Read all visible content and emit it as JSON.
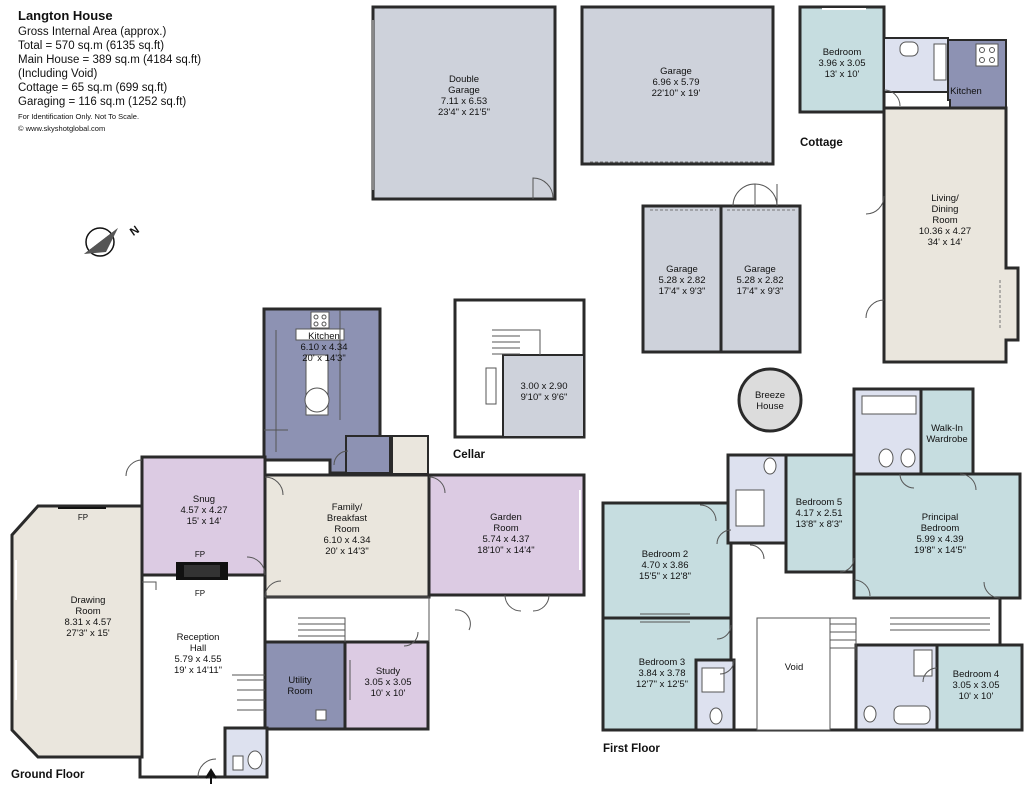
{
  "info": {
    "title": "Langton House",
    "lines": [
      "Gross Internal Area (approx.)",
      "Total = 570 sq.m (6135 sq.ft)",
      "Main House = 389 sq.m (4184 sq.ft)",
      "(Including Void)",
      "Cottage = 65 sq.m (699 sq.ft)",
      "Garaging = 116 sq.m (1252 sq.ft)"
    ],
    "notes": [
      "For Identification Only. Not To Scale.",
      "© www.skyshotglobal.com"
    ]
  },
  "floors": {
    "ground": "Ground Floor",
    "first": "First Floor",
    "cellar": "Cellar",
    "cottage": "Cottage"
  },
  "compass": {
    "label": "N"
  },
  "fireplace": "FP",
  "colors": {
    "garage": "#ced2db",
    "kitchen": "#8d92b3",
    "snug": "#dccbe3",
    "family": "#eae6dd",
    "bedroom": "#c6dde0",
    "bath": "#dde1ef",
    "cellar": "#ced2db",
    "living": "#eae6dd",
    "breeze": "#dcdcdc"
  },
  "rooms": {
    "double_garage": [
      "Double",
      "Garage",
      "7.11 x 6.53",
      "23'4\" x 21'5\""
    ],
    "garage_main": [
      "Garage",
      "6.96 x 5.79",
      "22'10\" x 19'"
    ],
    "garage_small_1": [
      "Garage",
      "5.28 x 2.82",
      "17'4\" x 9'3\""
    ],
    "garage_small_2": [
      "Garage",
      "5.28 x 2.82",
      "17'4\" x 9'3\""
    ],
    "cottage_bedroom": [
      "Bedroom",
      "3.96 x 3.05",
      "13' x 10'"
    ],
    "cottage_kitchen": [
      "Kitchen"
    ],
    "living_dining": [
      "Living/",
      "Dining",
      "Room",
      "10.36 x 4.27",
      "34' x 14'"
    ],
    "cellar": [
      "3.00 x 2.90",
      "9'10\" x 9'6\""
    ],
    "breeze_house": [
      "Breeze",
      "House"
    ],
    "kitchen": [
      "Kitchen",
      "6.10 x 4.34",
      "20' x 14'3\""
    ],
    "snug": [
      "Snug",
      "4.57 x 4.27",
      "15' x 14'"
    ],
    "family_breakfast": [
      "Family/",
      "Breakfast",
      "Room",
      "6.10 x 4.34",
      "20' x 14'3\""
    ],
    "garden_room": [
      "Garden",
      "Room",
      "5.74 x 4.37",
      "18'10\" x 14'4\""
    ],
    "drawing_room": [
      "Drawing",
      "Room",
      "8.31 x 4.57",
      "27'3\" x 15'"
    ],
    "reception_hall": [
      "Reception",
      "Hall",
      "5.79 x 4.55",
      "19' x 14'11\""
    ],
    "utility_room": [
      "Utility",
      "Room"
    ],
    "study": [
      "Study",
      "3.05 x 3.05",
      "10' x 10'"
    ],
    "bedroom_2": [
      "Bedroom 2",
      "4.70 x 3.86",
      "15'5\" x 12'8\""
    ],
    "bedroom_3": [
      "Bedroom 3",
      "3.84 x 3.78",
      "12'7\" x 12'5\""
    ],
    "bedroom_5": [
      "Bedroom 5",
      "4.17 x 2.51",
      "13'8\" x 8'3\""
    ],
    "walk_in_wardrobe": [
      "Walk-In",
      "Wardrobe"
    ],
    "principal_bedroom": [
      "Principal",
      "Bedroom",
      "5.99 x 4.39",
      "19'8\" x 14'5\""
    ],
    "void": [
      "Void"
    ],
    "bedroom_4": [
      "Bedroom 4",
      "3.05 x 3.05",
      "10' x 10'"
    ]
  }
}
